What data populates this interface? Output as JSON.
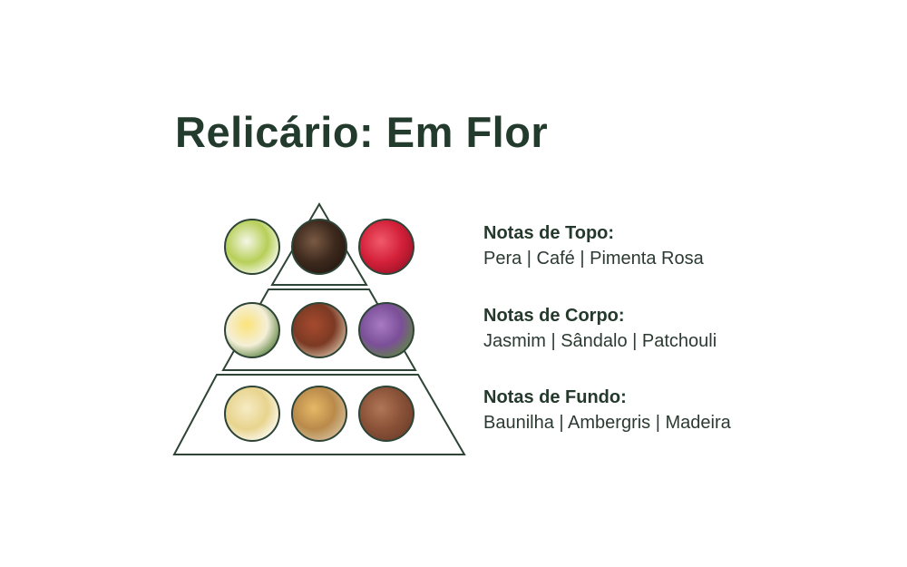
{
  "title": "Relicário: Em Flor",
  "tiers": [
    {
      "heading": "Notas de Topo:",
      "values": "Pera | Café | Pimenta Rosa",
      "ingredients": [
        {
          "name": "pear",
          "colors": [
            "#f4f6e6",
            "#b7cf58",
            "#ffffff"
          ]
        },
        {
          "name": "coffee",
          "colors": [
            "#7a5a44",
            "#3e2a1e",
            "#241710"
          ]
        },
        {
          "name": "pink-pepper",
          "colors": [
            "#f05a6a",
            "#d4213a",
            "#9b1226"
          ]
        }
      ]
    },
    {
      "heading": "Notas de Corpo:",
      "values": "Jasmim | Sândalo | Patchouli",
      "ingredients": [
        {
          "name": "jasmine",
          "colors": [
            "#fbe37a",
            "#f4efd8",
            "#4f7a34"
          ]
        },
        {
          "name": "sandalwood",
          "colors": [
            "#a64a2e",
            "#7c3a24",
            "#d8c2a8"
          ]
        },
        {
          "name": "patchouli",
          "colors": [
            "#a77ac2",
            "#7b4f98",
            "#5d8a3e"
          ]
        }
      ]
    },
    {
      "heading": "Notas de Fundo:",
      "values": "Baunilha | Ambergris | Madeira",
      "ingredients": [
        {
          "name": "vanilla",
          "colors": [
            "#f6ebc4",
            "#e8d48e",
            "#ffffff"
          ]
        },
        {
          "name": "ambergris",
          "colors": [
            "#e6b866",
            "#b98a4a",
            "#d7c4a4"
          ]
        },
        {
          "name": "wood",
          "colors": [
            "#b07656",
            "#8a5238",
            "#6e3e2a"
          ]
        }
      ]
    }
  ],
  "colors": {
    "text": "#233b2c",
    "line": "#2e4436"
  }
}
